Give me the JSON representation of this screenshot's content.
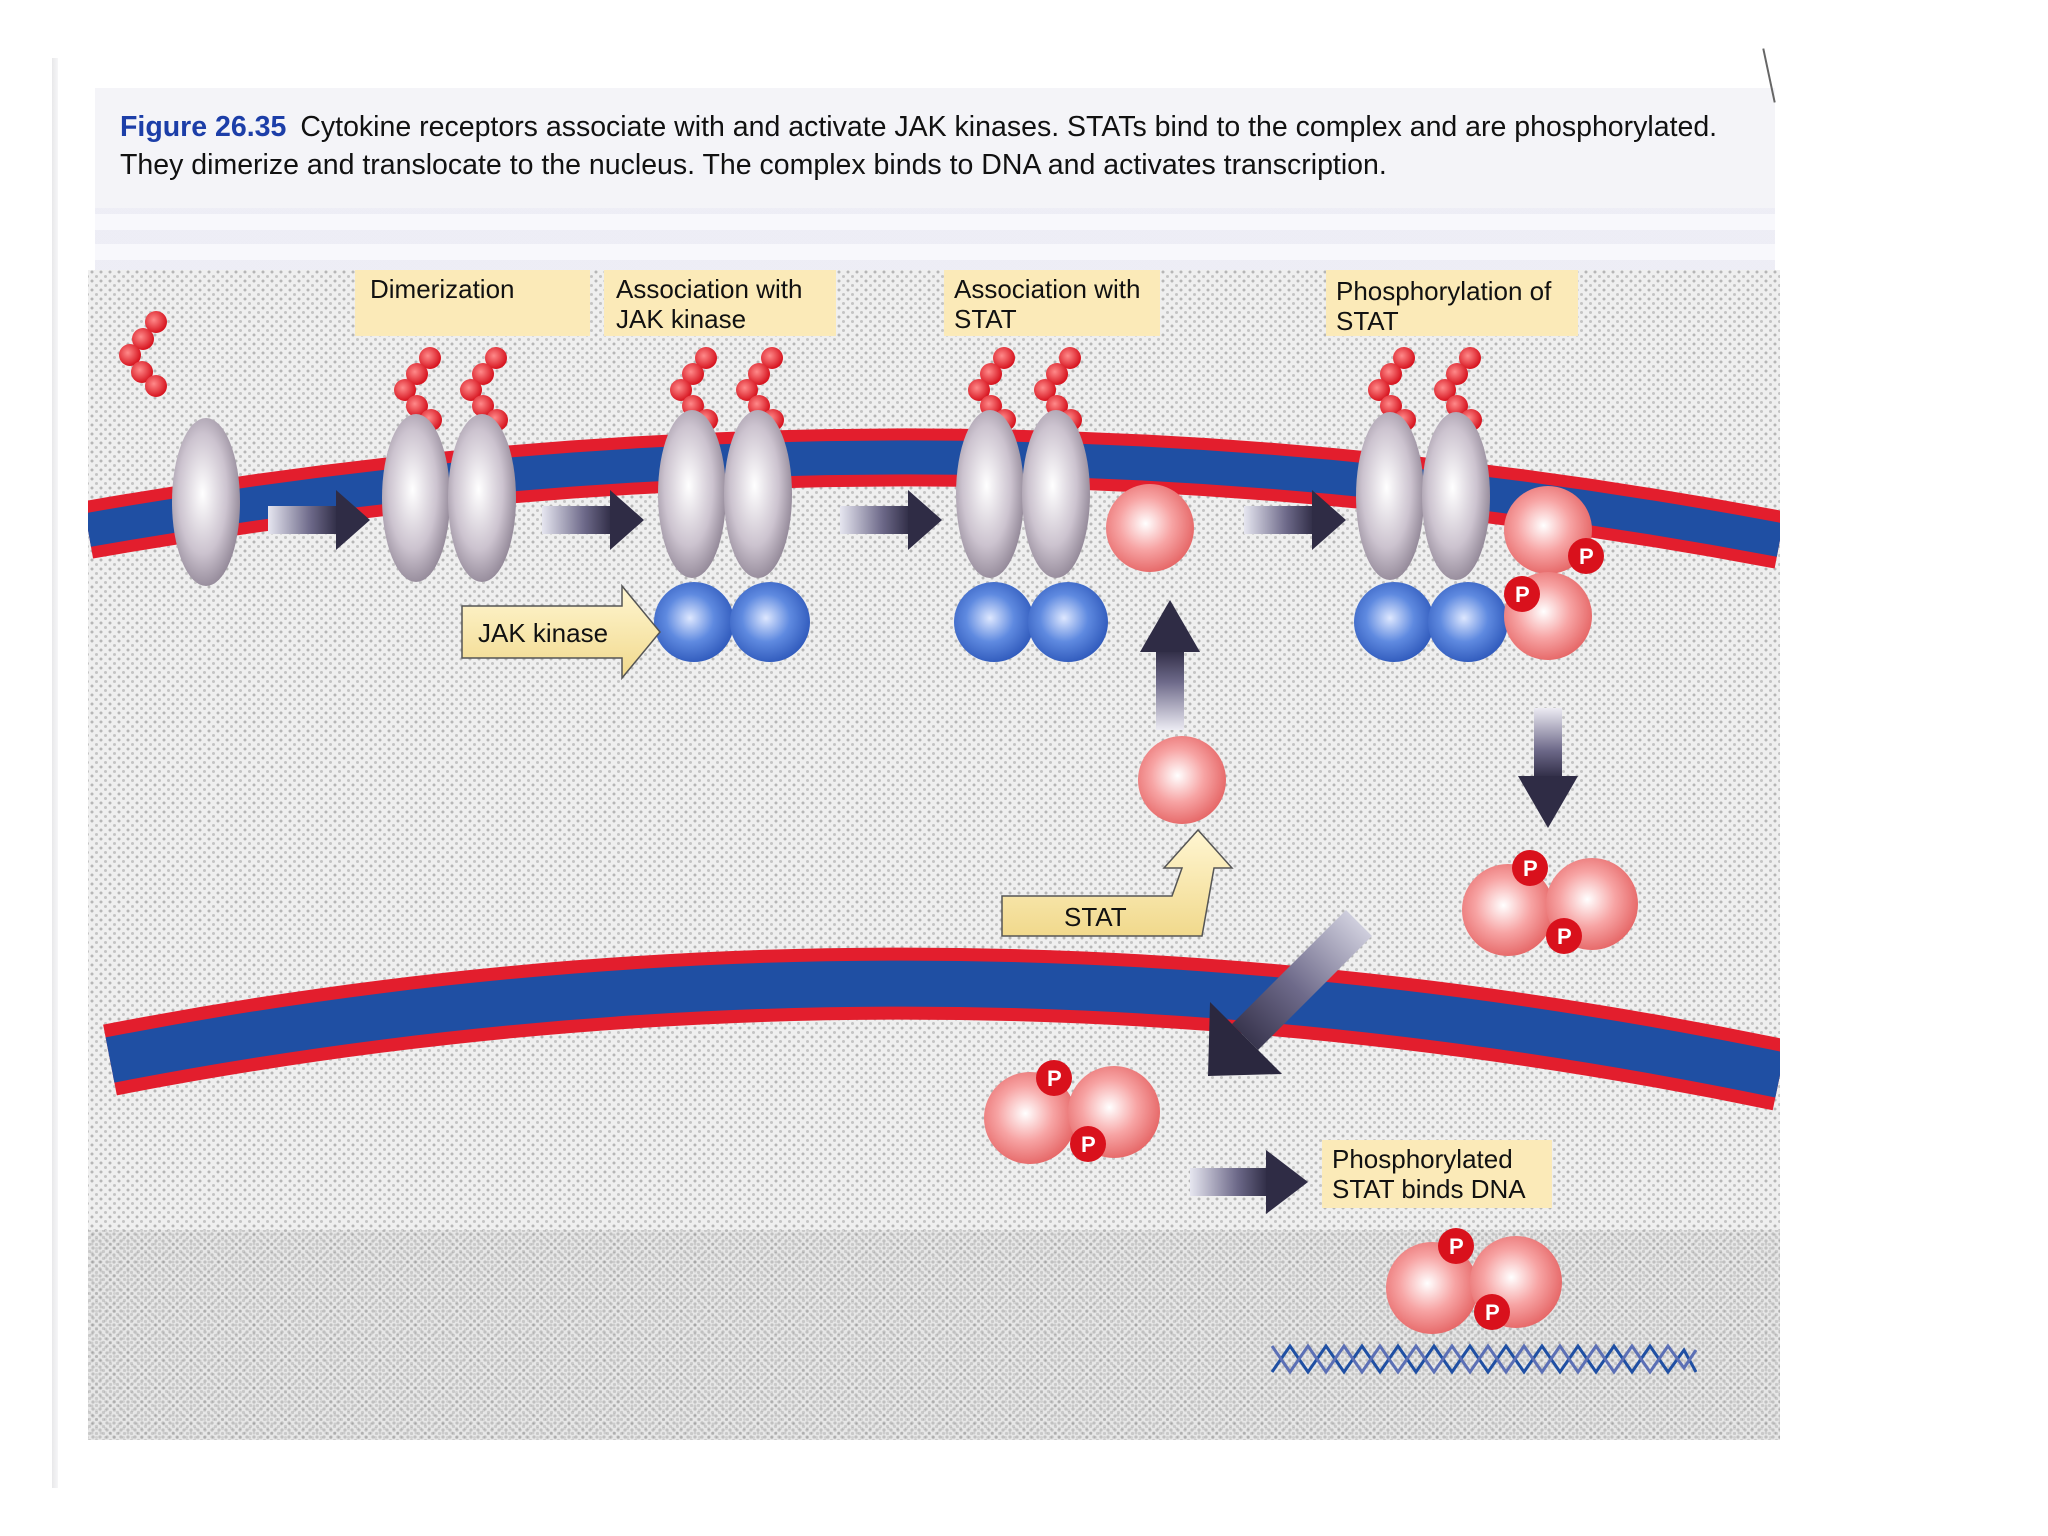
{
  "caption": {
    "figure_label": "Figure 26.35",
    "text": "Cytokine receptors associate with and activate JAK kinases. STATs bind to the complex and are phosphorylated. They dimerize and translocate to the nucleus. The complex binds to DNA and activates transcription."
  },
  "step_labels": {
    "dimerization": "Dimerization",
    "jak_assoc_line1": "Association with",
    "jak_assoc_line2": "JAK kinase",
    "stat_assoc_line1": "Association with",
    "stat_assoc_line2": "STAT",
    "phos_line1": "Phosphorylation of",
    "phos_line2": "STAT"
  },
  "callouts": {
    "jak_kinase": "JAK kinase",
    "stat": "STAT",
    "dna_line1": "Phosphorylated",
    "dna_line2": "STAT binds DNA"
  },
  "phosphate_symbol": "P",
  "colors": {
    "membrane_blue": "#1f4fa3",
    "membrane_red": "#e31e2d",
    "label_box": "#fbeab8",
    "cytokine": "#e0252e",
    "jak_blue": "#4a78d4",
    "stat_pink": "#f08a8a",
    "phosphate": "#d9111c",
    "arrow_dark": "#3c3a52",
    "background_dots": "#c8c8c8"
  }
}
